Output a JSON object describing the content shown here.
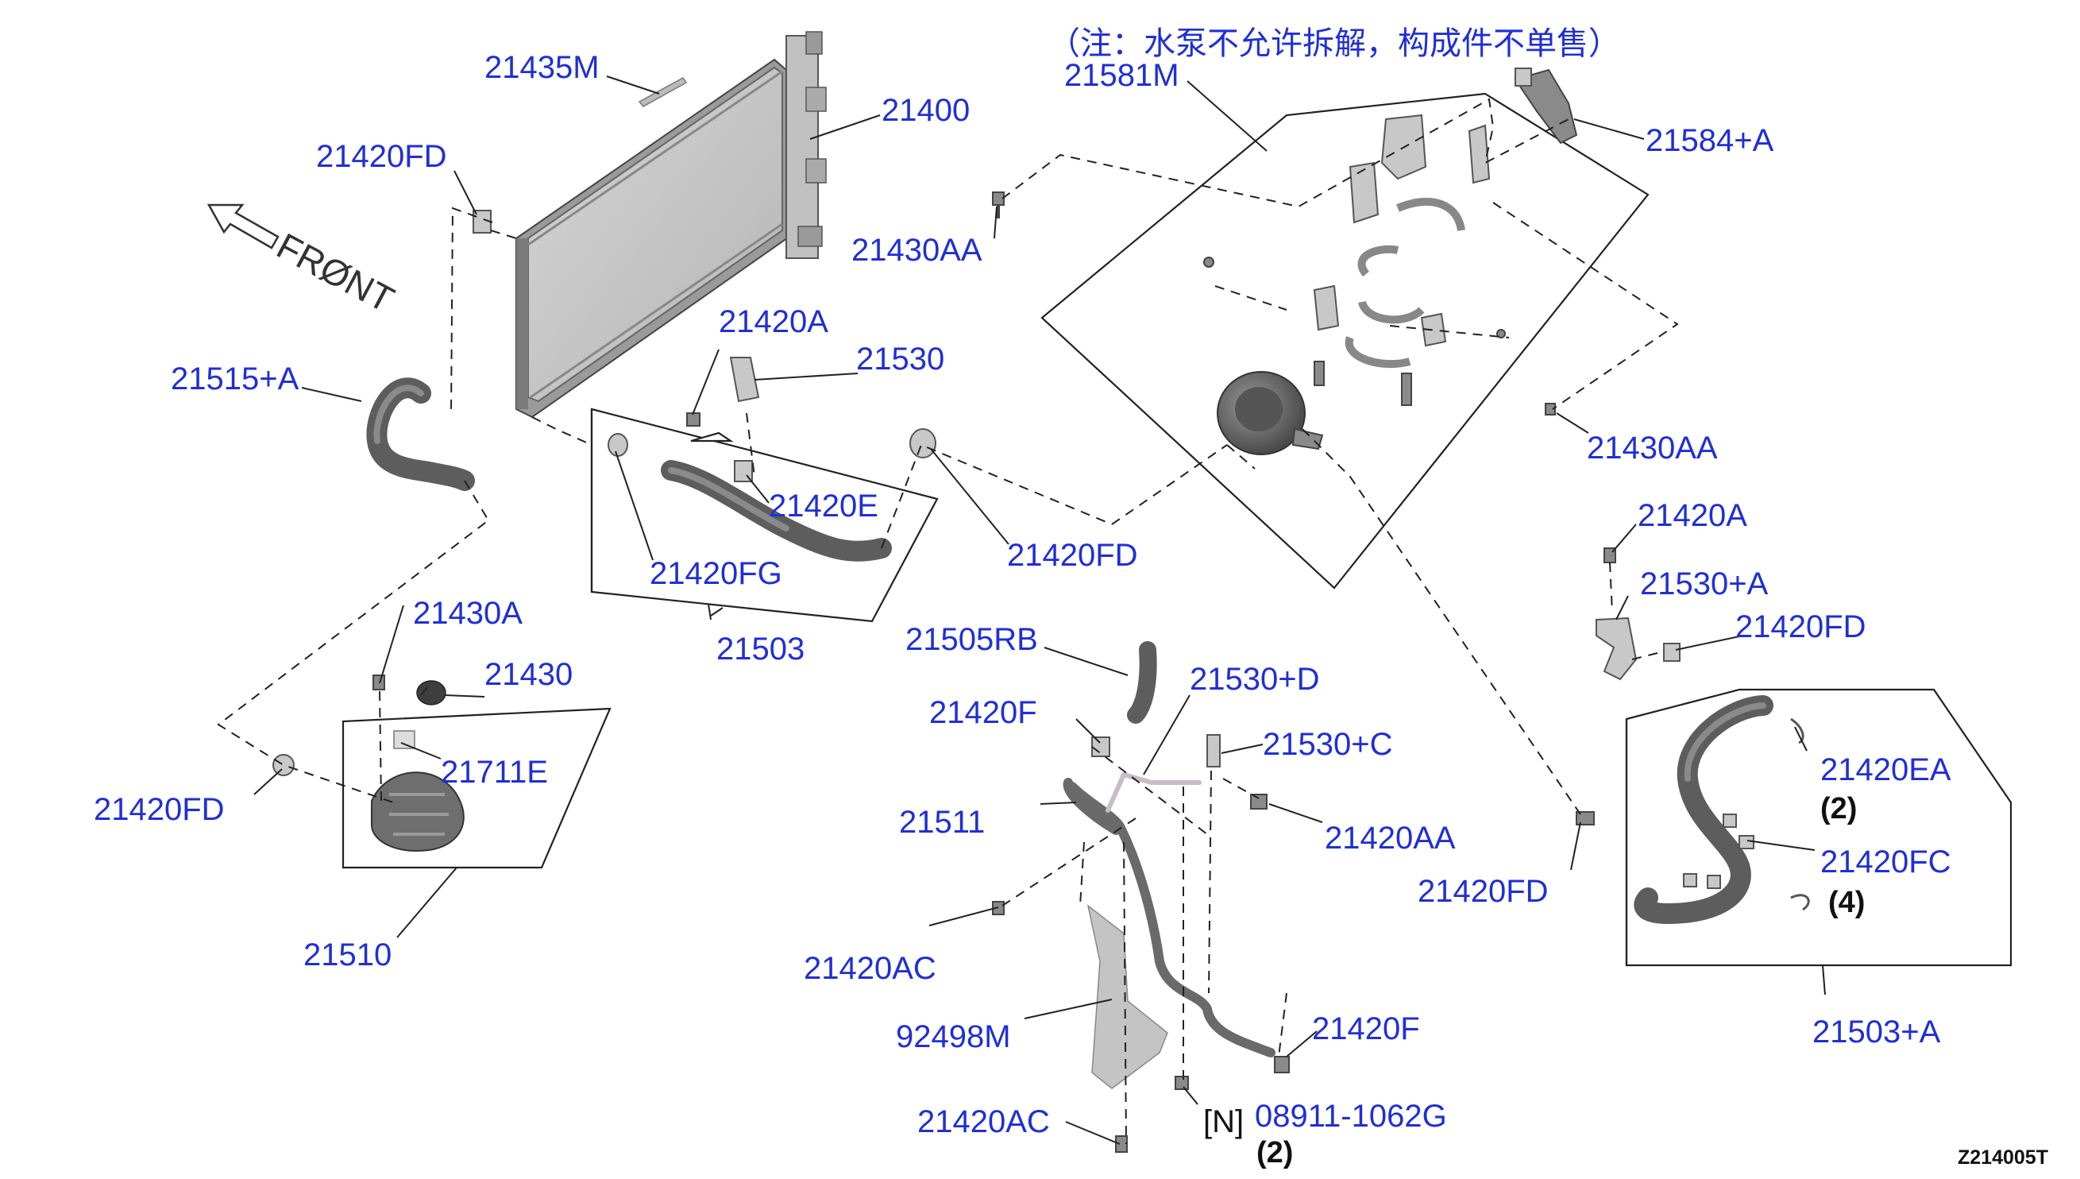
{
  "diagram": {
    "note": "（注：水泵不允许拆解，构成件不单售）",
    "front_label": "FRØNT",
    "drawing_code": "Z214005T",
    "labels": {
      "p21435M": "21435M",
      "p21400": "21400",
      "p21420FD_a": "21420FD",
      "p21515A": "21515+A",
      "p21420A_a": "21420A",
      "p21530": "21530",
      "p21430AA_a": "21430AA",
      "p21581M": "21581M",
      "p21584A": "21584+A",
      "p21430AA_b": "21430AA",
      "p21420E": "21420E",
      "p21420FG": "21420FG",
      "p21420FD_b": "21420FD",
      "p21503": "21503",
      "p21430A": "21430A",
      "p21430": "21430",
      "p21711E": "21711E",
      "p21420FD_c": "21420FD",
      "p21510": "21510",
      "p21505RB": "21505RB",
      "p21420F_a": "21420F",
      "p21530D": "21530+D",
      "p21530C": "21530+C",
      "p21511": "21511",
      "p21420AA": "21420AA",
      "p21420AC_a": "21420AC",
      "p92498M": "92498M",
      "p21420F_b": "21420F",
      "p21420AC_b": "21420AC",
      "p08911": "08911-1062G",
      "p21420A_b": "21420A",
      "p21530A": "21530+A",
      "p21420FD_d": "21420FD",
      "p21420EA": "21420EA",
      "p21420FC": "21420FC",
      "p21420FD_e": "21420FD",
      "p21503A": "21503+A"
    },
    "badges": {
      "n_mark": "[N]",
      "qty_08911": "(2)",
      "qty_21420EA": "(2)",
      "qty_21420FC": "(4)"
    }
  }
}
